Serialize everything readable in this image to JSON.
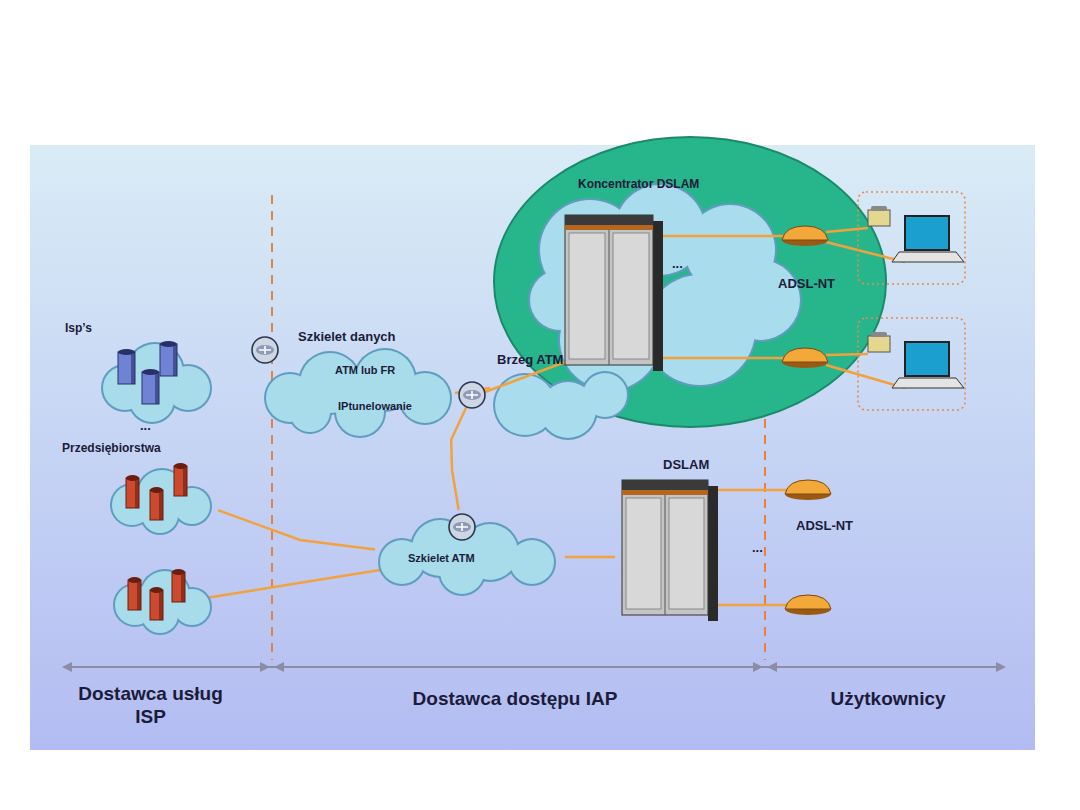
{
  "diagram": {
    "nodes": [
      {
        "text": [
          "Isp’s"
        ]
      },
      {
        "text": [
          "Przedsiębiorstwa"
        ]
      },
      {
        "text": [
          "Szkielet danych",
          "ATM lub FR",
          "IPtunelowanie"
        ]
      },
      {
        "text": [
          "Koncentrator DSLAM"
        ]
      },
      {
        "text": [
          "DSLAM"
        ]
      },
      {
        "text": [
          "Szkielet ATM"
        ]
      }
    ],
    "edges": [
      {
        "from": 1,
        "to": 5,
        "arrow": "none"
      },
      {
        "from": 5,
        "to": 4,
        "arrow": "none"
      },
      {
        "from": 2,
        "to": 5,
        "arrow": "none"
      },
      {
        "from": 2,
        "to": 3,
        "arrow": "none"
      }
    ],
    "labels": [
      "...",
      "Brzeg ATM",
      "...",
      "ADSL-NT",
      "ADSL-NT",
      "...",
      "Dostawca usług ISP",
      "Dostawca dostępu IAP",
      "Użytkownicy"
    ]
  }
}
